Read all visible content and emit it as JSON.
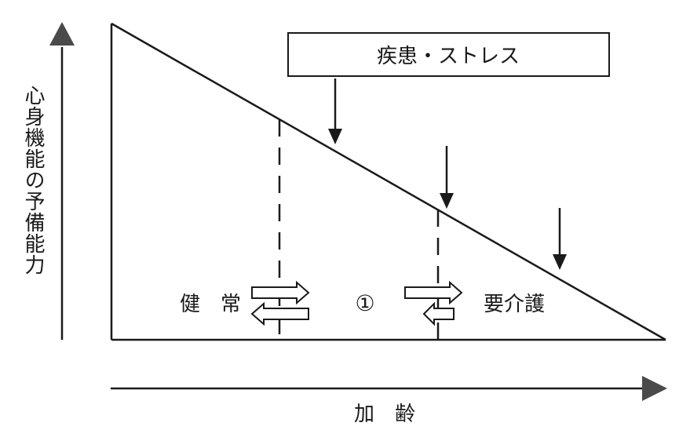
{
  "y_axis_label": "心身機能の予備能力",
  "x_axis_label": "加　齢",
  "stress_box_label": "疾患・ストレス",
  "stages": {
    "healthy": "健　常",
    "middle": "①",
    "care_needed": "要介護"
  },
  "colors": {
    "stroke": "#1a1a1a",
    "axis_arrow": "#4a4a4a",
    "background": "#ffffff"
  }
}
